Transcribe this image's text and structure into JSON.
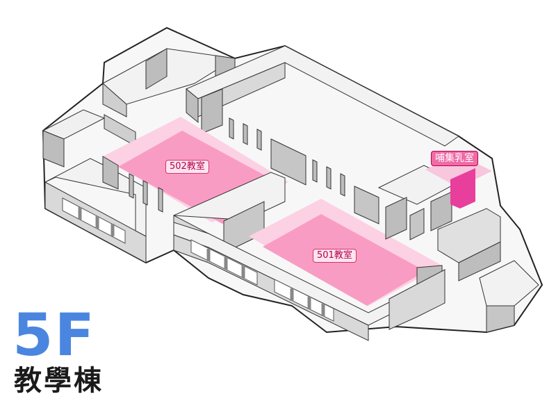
{
  "floor": {
    "number": "5F",
    "building": "教學棟"
  },
  "rooms": [
    {
      "id": "room-502",
      "label": "502教室"
    },
    {
      "id": "room-501",
      "label": "501教室"
    },
    {
      "id": "nursing-room",
      "label": "哺集乳室"
    }
  ],
  "colors": {
    "wall_top": "#f4f4f4",
    "wall_side": "#bdbdbd",
    "wall_front": "#d9d9d9",
    "floor": "#f7f7f7",
    "classroom": "#f99cc4",
    "classroom_glow": "#fcd1e3",
    "nursing": "#e83e9c",
    "floor_number": "#4a86e0"
  }
}
